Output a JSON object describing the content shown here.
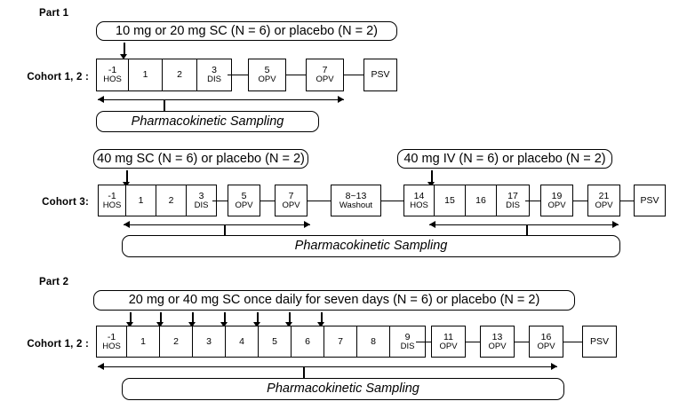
{
  "figure": {
    "type": "clinical-trial-study-design-schematic",
    "pk_label": "Pharmacokinetic Sampling"
  },
  "part1": {
    "title": "Part 1",
    "cohort_label": "Cohort 1, 2 :",
    "dose_label": "10 mg or 20 mg SC (N = 6) or placebo (N = 2)",
    "pk_label": "Pharmacokinetic Sampling",
    "timeline": [
      {
        "n": "-1",
        "sub": "HOS"
      },
      {
        "n": "1",
        "sub": ""
      },
      {
        "n": "2",
        "sub": ""
      },
      {
        "n": "3",
        "sub": "DIS"
      },
      {
        "n": "5",
        "sub": "OPV"
      },
      {
        "n": "7",
        "sub": "OPV"
      },
      {
        "n": "PSV",
        "sub": ""
      }
    ]
  },
  "cohort3": {
    "cohort_label": "Cohort 3:",
    "dose_label_sc": "40 mg SC (N = 6) or placebo (N = 2)",
    "dose_label_iv": "40 mg IV (N = 6) or placebo (N = 2)",
    "pk_label": "Pharmacokinetic Sampling",
    "timeline": [
      {
        "n": "-1",
        "sub": "HOS"
      },
      {
        "n": "1",
        "sub": ""
      },
      {
        "n": "2",
        "sub": ""
      },
      {
        "n": "3",
        "sub": "DIS"
      },
      {
        "n": "5",
        "sub": "OPV"
      },
      {
        "n": "7",
        "sub": "OPV"
      },
      {
        "n": "8~13",
        "sub": "Washout"
      },
      {
        "n": "14",
        "sub": "HOS"
      },
      {
        "n": "15",
        "sub": ""
      },
      {
        "n": "16",
        "sub": ""
      },
      {
        "n": "17",
        "sub": "DIS"
      },
      {
        "n": "19",
        "sub": "OPV"
      },
      {
        "n": "21",
        "sub": "OPV"
      },
      {
        "n": "PSV",
        "sub": ""
      }
    ]
  },
  "part2": {
    "title": "Part 2",
    "cohort_label": "Cohort 1, 2 :",
    "dose_label": "20 mg or 40 mg SC once daily for seven days (N = 6) or placebo (N = 2)",
    "pk_label": "Pharmacokinetic Sampling",
    "dose_arrow_days": [
      "1",
      "2",
      "3",
      "4",
      "5",
      "6",
      "7"
    ],
    "timeline": [
      {
        "n": "-1",
        "sub": "HOS"
      },
      {
        "n": "1",
        "sub": ""
      },
      {
        "n": "2",
        "sub": ""
      },
      {
        "n": "3",
        "sub": ""
      },
      {
        "n": "4",
        "sub": ""
      },
      {
        "n": "5",
        "sub": ""
      },
      {
        "n": "6",
        "sub": ""
      },
      {
        "n": "7",
        "sub": ""
      },
      {
        "n": "8",
        "sub": ""
      },
      {
        "n": "9",
        "sub": "DIS"
      },
      {
        "n": "11",
        "sub": "OPV"
      },
      {
        "n": "13",
        "sub": "OPV"
      },
      {
        "n": "16",
        "sub": "OPV"
      },
      {
        "n": "PSV",
        "sub": ""
      }
    ]
  }
}
